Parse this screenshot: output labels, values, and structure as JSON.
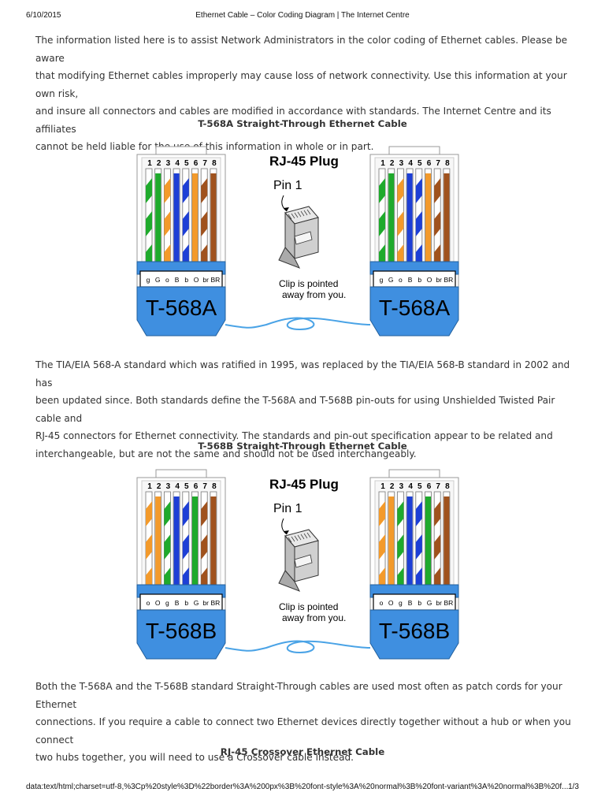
{
  "header": {
    "date": "6/10/2015",
    "title": "Ethernet Cable – Color Coding Diagram | The Internet Centre"
  },
  "footer": {
    "url": "data:text/html;charset=utf-8,%3Cp%20style%3D%22border%3A%200px%3B%20font-style%3A%20normal%3B%20font-variant%3A%20normal%3B%20f...",
    "page": "1/3"
  },
  "paragraphs": {
    "intro": [
      "The information listed here is to assist Network Administrators in the color coding of Ethernet cables. Please be aware",
      "that modifying Ethernet cables improperly may cause loss of network connectivity. Use this information at your own risk,",
      "and insure all connectors and cables are modified in accordance with standards. The Internet Centre and its affiliates",
      "cannot be held liable for the use of this information in whole or in part."
    ],
    "tia": [
      "The TIA/EIA 568-A standard which was ratified in 1995, was replaced by the TIA/EIA 568-B standard in 2002 and has",
      "been updated since. Both standards define the T-568A and T-568B pin-outs for using Unshielded Twisted Pair cable and",
      "RJ-45 connectors for Ethernet connectivity. The standards and pin-out specification appear to be related and",
      "interchangeable, but are not the same and should not be used interchangeably."
    ],
    "both": [
      "Both the T-568A and the T-568B standard Straight-Through cables are used most often as patch cords for your Ethernet",
      "connections. If you require a cable to connect two Ethernet devices directly together without a hub or when you connect",
      "two hubs together, you will need to use a Crossover cable instead."
    ]
  },
  "headings": {
    "a": "T-568A Straight-Through Ethernet Cable",
    "b": "T-568B Straight-Through Ethernet Cable",
    "crossover": "RJ-45 Crossover Ethernet Cable"
  },
  "diagram_common": {
    "plug_title": "RJ-45 Plug",
    "pin1": "Pin 1",
    "clip_line1": "Clip is pointed",
    "clip_line2": "away from you.",
    "pin_numbers": [
      "1",
      "2",
      "3",
      "4",
      "5",
      "6",
      "7",
      "8"
    ]
  },
  "diagram_a": {
    "standard": "T-568A",
    "strip": [
      "g",
      "G",
      "o",
      "B",
      "b",
      "O",
      "br",
      "BR"
    ],
    "wires": [
      {
        "color": "#1faa2c",
        "striped": true
      },
      {
        "color": "#1faa2c",
        "striped": false
      },
      {
        "color": "#f39a2b",
        "striped": true
      },
      {
        "color": "#1d3fd6",
        "striped": false
      },
      {
        "color": "#1d3fd6",
        "striped": true
      },
      {
        "color": "#f39a2b",
        "striped": false
      },
      {
        "color": "#a0521d",
        "striped": true
      },
      {
        "color": "#a0521d",
        "striped": false
      }
    ]
  },
  "diagram_b": {
    "standard": "T-568B",
    "strip": [
      "o",
      "O",
      "g",
      "B",
      "b",
      "G",
      "br",
      "BR"
    ],
    "wires": [
      {
        "color": "#f39a2b",
        "striped": true
      },
      {
        "color": "#f39a2b",
        "striped": false
      },
      {
        "color": "#1faa2c",
        "striped": true
      },
      {
        "color": "#1d3fd6",
        "striped": false
      },
      {
        "color": "#1d3fd6",
        "striped": true
      },
      {
        "color": "#1faa2c",
        "striped": false
      },
      {
        "color": "#a0521d",
        "striped": true
      },
      {
        "color": "#a0521d",
        "striped": false
      }
    ]
  },
  "colors": {
    "jacket": "#3f8fe0",
    "cable": "#4aa3e6"
  }
}
